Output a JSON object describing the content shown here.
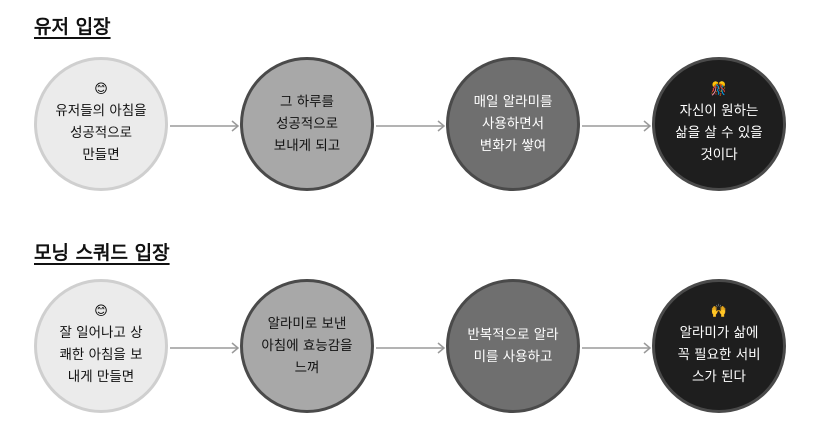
{
  "sections": [
    {
      "title": "유저 입장",
      "steps": [
        {
          "emoji": "😊",
          "text": "유저들의 아침을\n성공적으로\n만들면",
          "fill": "#ebebeb",
          "color": "#111111"
        },
        {
          "emoji": "",
          "text": "그 하루를\n성공적으로\n보내게 되고",
          "fill": "#a8a8a8",
          "color": "#111111"
        },
        {
          "emoji": "",
          "text": "매일 알라미를\n사용하면서\n변화가 쌓여",
          "fill": "#6f6f6f",
          "color": "#ffffff"
        },
        {
          "emoji": "🎊",
          "text": "자신이 원하는\n삶을 살 수 있을\n것이다",
          "fill": "#1e1e1e",
          "color": "#ffffff"
        }
      ]
    },
    {
      "title": "모닝 스쿼드 입장",
      "steps": [
        {
          "emoji": "😊",
          "text": "잘 일어나고 상\n쾌한 아침을 보\n내게 만들면",
          "fill": "#ebebeb",
          "color": "#111111"
        },
        {
          "emoji": "",
          "text": "알라미로 보낸\n아침에 효능감을\n느껴",
          "fill": "#a8a8a8",
          "color": "#111111"
        },
        {
          "emoji": "",
          "text": "반복적으로 알라\n미를 사용하고",
          "fill": "#6f6f6f",
          "color": "#ffffff"
        },
        {
          "emoji": "🙌",
          "text": "알라미가 삶에\n꼭 필요한 서비\n스가 된다",
          "fill": "#1e1e1e",
          "color": "#ffffff"
        }
      ]
    }
  ],
  "arrow_color": "#9a9a9a"
}
